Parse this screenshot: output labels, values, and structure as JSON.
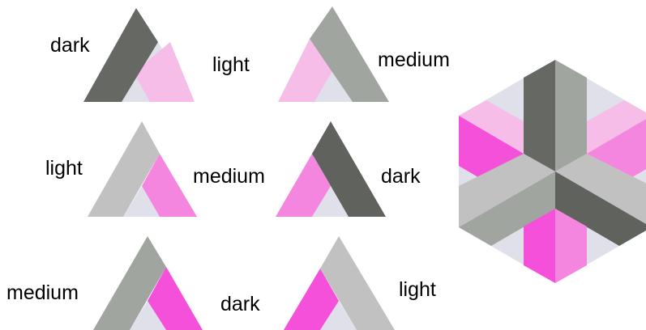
{
  "colors": {
    "dark_gray": "#666864",
    "medium_gray": "#a0a59f",
    "light_gray": "#c1c1c1",
    "light_pink": "#f5bde8",
    "medium_pink": "#f486df",
    "dark_pink": "#f550d9",
    "lavender": "#e0e0ea"
  },
  "triangles": [
    {
      "label": "dark",
      "side_label": "light"
    },
    {
      "label": "",
      "side_label": "medium"
    },
    {
      "label": "light",
      "side_label": "medium"
    },
    {
      "label": "",
      "side_label": "dark"
    },
    {
      "label": "medium",
      "side_label": "dark"
    },
    {
      "label": "",
      "side_label": "light"
    }
  ],
  "hexagon": {
    "description_shown": ""
  }
}
